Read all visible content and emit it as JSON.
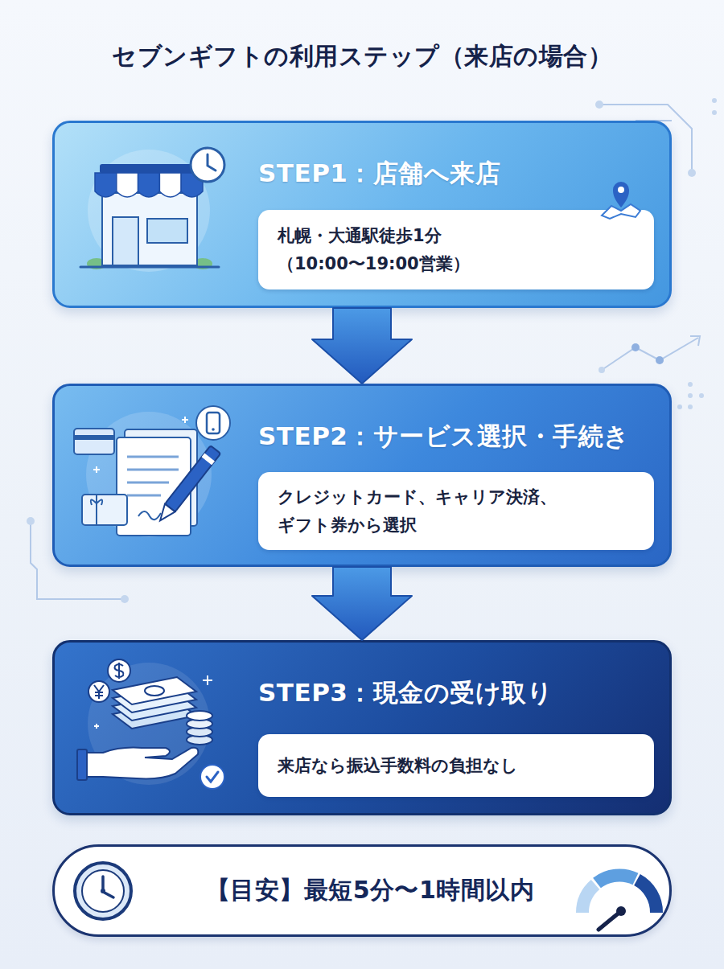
{
  "diagram": {
    "title": "セブンギフトの利用ステップ（来店の場合）",
    "nodes": [
      {
        "text": [
          "STEP1：店舗へ来店"
        ]
      },
      {
        "text": [
          "札幌・大通駅徒歩1分 （10:00〜19:00営業）"
        ],
        "in": 0
      },
      {
        "text": [
          "STEP2：サービス選択・手続き"
        ]
      },
      {
        "text": [
          "クレジットカード、キャリア決済、 ギフト券から選択"
        ],
        "in": 2
      },
      {
        "text": [
          "STEP3：現金の受け取り"
        ]
      },
      {
        "text": [
          "来店なら振込手数料の負担なし"
        ],
        "in": 4
      },
      {
        "text": [
          "【目安】最短5分〜1時間以内"
        ]
      }
    ],
    "edges": [
      {
        "from": 0,
        "to": 2,
        "arrow": "to"
      },
      {
        "from": 2,
        "to": 4,
        "arrow": "to"
      }
    ]
  }
}
